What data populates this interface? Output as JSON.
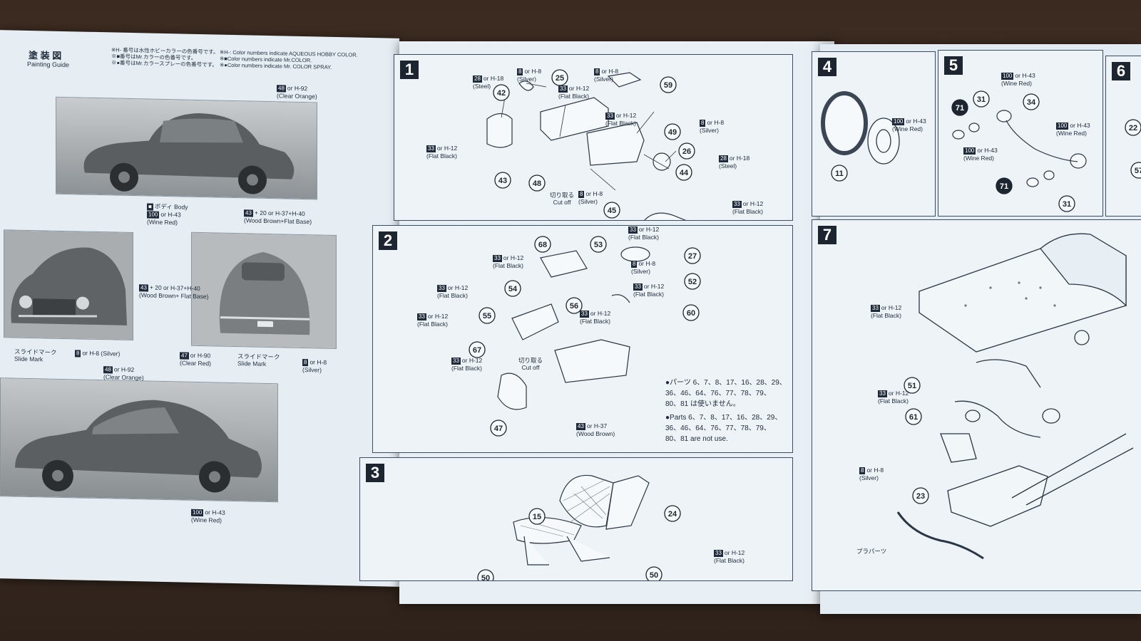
{
  "painting_guide": {
    "title_jp": "塗 装 図",
    "title_en": "Painting Guide",
    "legend_jp": [
      "※H- 番号は水性ホビーカラーの色番号です。",
      "※■番号はMr.カラーの色番号です。",
      "※●番号はMr.カラースプレーの色番号です。"
    ],
    "legend_en": [
      "※H-: Color numbers indicate AQUEOUS HOBBY COLOR.",
      "※■Color numbers indicate Mr.COLOR.",
      "※●Color numbers indicate Mr. COLOR SPRAY."
    ],
    "callouts": {
      "clear_orange_1": {
        "code": "48",
        "text": "or H-92",
        "sub": "(Clear Orange)"
      },
      "body": {
        "code": "100",
        "jp": "ボディ",
        "en": "Body",
        "text": "or H-43",
        "sub": "(Wine Red)"
      },
      "wood_brown_right": {
        "code": "43",
        "text": "+ 20 or H-37+H-40",
        "sub": "(Wood Brown+Flat Base)"
      },
      "wood_brown_left": {
        "code": "43",
        "text": "+ 20 or H-37+H-40",
        "sub": "(Wood Brown+ Flat Base)"
      },
      "slide_mark_left": {
        "jp": "スライドマーク",
        "en": "Slide Mark"
      },
      "silver_left": {
        "code": "8",
        "text": "or H-8 (Silver)"
      },
      "clear_red": {
        "code": "47",
        "text": "or H-90",
        "sub": "(Clear Red)"
      },
      "slide_mark_right": {
        "jp": "スライドマーク",
        "en": "Slide Mark"
      },
      "silver_right": {
        "code": "8",
        "text": "or H-8",
        "sub": "(Silver)"
      },
      "clear_orange_2": {
        "code": "48",
        "text": "or H-92",
        "sub": "(Clear Orange)"
      },
      "wine_red_bottom": {
        "code": "100",
        "text": "or H-43",
        "sub": "(Wine Red)"
      }
    }
  },
  "steps": {
    "s1": {
      "num": "1",
      "parts": [
        "42",
        "25",
        "59",
        "49",
        "26",
        "44",
        "45",
        "48",
        "43"
      ],
      "callouts": [
        {
          "code": "28",
          "text": "or H-18",
          "sub": "(Steel)"
        },
        {
          "code": "8",
          "text": "or H-8",
          "sub": "(Silver)"
        },
        {
          "code": "33",
          "text": "or H-12",
          "sub": "(Flat Black)"
        },
        {
          "code": "8",
          "text": "or H-8",
          "sub": "(Silver)"
        },
        {
          "code": "33",
          "text": "or H-12",
          "sub": "(Flat Black)"
        },
        {
          "code": "8",
          "text": "or H-8",
          "sub": "(Silver)"
        },
        {
          "code": "28",
          "text": "or H-18",
          "sub": "(Steel)"
        },
        {
          "code": "33",
          "text": "or H-12",
          "sub": "(Flat Black)"
        },
        {
          "code": "8",
          "text": "or H-8",
          "sub": "(Silver)"
        },
        {
          "code": "33",
          "text": "or H-12",
          "sub": "(Flat Black)"
        }
      ],
      "cut_off": {
        "jp": "切り取る",
        "en": "Cut off"
      }
    },
    "s2": {
      "num": "2",
      "parts": [
        "68",
        "53",
        "27",
        "52",
        "54",
        "56",
        "55",
        "60",
        "67",
        "47"
      ],
      "callouts": [
        {
          "code": "33",
          "text": "or H-12",
          "sub": "(Flat Black)"
        },
        {
          "code": "33",
          "text": "or H-12",
          "sub": "(Flat Black)"
        },
        {
          "code": "8",
          "text": "or H-8",
          "sub": "(Silver)"
        },
        {
          "code": "33",
          "text": "or H-12",
          "sub": "(Flat Black)"
        },
        {
          "code": "33",
          "text": "or H-12",
          "sub": "(Flat Black)"
        },
        {
          "code": "33",
          "text": "or H-12",
          "sub": "(Flat Black)"
        },
        {
          "code": "33",
          "text": "or H-12",
          "sub": "(Flat Black)"
        },
        {
          "code": "33",
          "text": "or H-12",
          "sub": "(Flat Black)"
        }
      ],
      "cut_off": {
        "jp": "切り取る",
        "en": "Cut off"
      },
      "note_jp": [
        "●パーツ 6、7、8、17、16、28、29、",
        "36、46、64、76、77、78、79、",
        "80、81 は使いません。"
      ],
      "note_en": [
        "●Parts 6、7、8、17、16、28、29、",
        "36、46、64、76、77、78、79、",
        "80、81 are not use."
      ]
    },
    "s3": {
      "num": "3",
      "parts": [
        "15",
        "24",
        "50",
        "50"
      ],
      "callouts": [
        {
          "code": "43",
          "text": "or H-37",
          "sub": "(Wood Brown)"
        },
        {
          "code": "33",
          "text": "or H-12",
          "sub": "(Flat Black)"
        }
      ]
    },
    "s4": {
      "num": "4",
      "parts": [
        "11"
      ],
      "callouts": [
        {
          "code": "100",
          "text": "or H-43",
          "sub": "(Wine Red)"
        }
      ]
    },
    "s5": {
      "num": "5",
      "parts": [
        "71",
        "31",
        "34",
        "71",
        "31"
      ],
      "callouts": [
        {
          "code": "100",
          "text": "or H-43",
          "sub": "(Wine Red)"
        },
        {
          "code": "100",
          "text": "or H-43",
          "sub": "(Wine Red)"
        },
        {
          "code": "100",
          "text": "or H-43",
          "sub": "(Wine Red)"
        }
      ]
    },
    "s6": {
      "num": "6",
      "parts": [
        "22",
        "57"
      ]
    },
    "s7": {
      "num": "7",
      "parts": [
        "51",
        "61",
        "23"
      ],
      "callouts": [
        {
          "code": "33",
          "text": "or H-12",
          "sub": "(Flat Black)"
        },
        {
          "code": "33",
          "text": "or H-12",
          "sub": "(Flat Black)"
        },
        {
          "code": "8",
          "text": "or H-8",
          "sub": "(Silver)"
        }
      ],
      "label_jp": "プラパーツ"
    }
  }
}
